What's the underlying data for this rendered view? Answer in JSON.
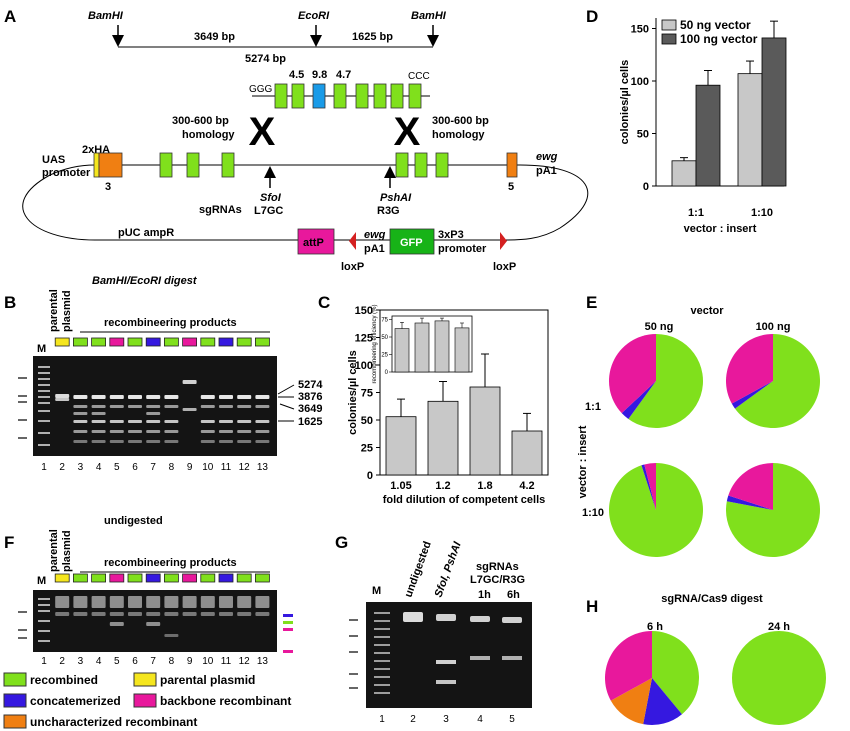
{
  "panel_labels": {
    "a": "A",
    "b": "B",
    "c": "C",
    "d": "D",
    "e": "E",
    "f": "F",
    "g": "G",
    "h": "H"
  },
  "colors": {
    "green": "#80e01c",
    "blue": "#1a9be8",
    "orange": "#f07f12",
    "magenta": "#e8189c",
    "yellow": "#f5e61e",
    "purple": "#3518e0",
    "gfp": "#17b317",
    "grey_light": "#c8c8c8",
    "grey_dark": "#5a5a5a",
    "gel_bg": "#141414"
  },
  "map": {
    "bamh1_left": "BamHI",
    "ecor1": "EcoRI",
    "bamh1_right": "BamHI",
    "size_left": "3649 bp",
    "size_right": "1625 bp",
    "size_total": "5274 bp",
    "exon_45": "4.5",
    "exon_98": "9.8",
    "exon_47": "4.7",
    "ggg": "GGG",
    "ccc": "CCC",
    "homology_left_1": "300-600 bp",
    "homology_left_2": "homology",
    "homology_right_1": "300-600 bp",
    "homology_right_2": "homology",
    "cross": "X",
    "ha": "2xHA",
    "uas_1": "UAS",
    "uas_2": "promoter",
    "exon3": "3",
    "sgrnas": "sgRNAs",
    "sfoi": "SfoI",
    "l7gc": "L7GC",
    "pshai": "PshAI",
    "r3g": "R3G",
    "ewg_right": "ewg",
    "pa1_right": "pA1",
    "exon5": "5",
    "puc": "pUC ampR",
    "attp": "attP",
    "ewg_bottom": "ewg",
    "pa1_bottom": "pA1",
    "gfp": "GFP",
    "p3_1": "3xP3",
    "p3_2": "promoter",
    "loxp_left": "loxP",
    "loxp_right": "loxP"
  },
  "gels": {
    "b_title": "BamHI/EcoRI digest",
    "f_title": "undigested",
    "parental_1": "parental",
    "parental_2": "plasmid",
    "recomb_products": "recombineering products",
    "marker": "M",
    "lanes": [
      "1",
      "2",
      "3",
      "4",
      "5",
      "6",
      "7",
      "8",
      "9",
      "10",
      "11",
      "12",
      "13"
    ],
    "b_sizes": [
      "5274",
      "3876",
      "3649",
      "1625"
    ],
    "lane_box_colors": [
      "yellow",
      "green",
      "green",
      "magenta",
      "green",
      "purple",
      "green",
      "magenta",
      "green",
      "purple",
      "green",
      "green"
    ]
  },
  "legend": {
    "recombined": "recombined",
    "parental": "parental plasmid",
    "concatemerized": "concatemerized",
    "backbone": "backbone recombinant",
    "uncharacterized": "uncharacterized recombinant"
  },
  "gel_g": {
    "marker": "M",
    "undigested": "undigested",
    "sfoi_pshai": "SfoI, PshAI",
    "sgrnas_1": "sgRNAs",
    "sgrnas_2": "L7GC/R3G",
    "t1": "1h",
    "t6": "6h",
    "lanes": [
      "1",
      "2",
      "3",
      "4",
      "5"
    ]
  },
  "chart_data": [
    {
      "id": "C",
      "type": "bar",
      "categories": [
        "1.05",
        "1.2",
        "1.8",
        "4.2"
      ],
      "values": [
        53,
        67,
        80,
        40
      ],
      "errors": [
        16,
        18,
        30,
        16
      ],
      "xlabel": "fold dilution of competent cells",
      "ylabel": "colonies/µl cells",
      "ylim": [
        0,
        150
      ],
      "yticks": [
        "0",
        "25",
        "50",
        "75",
        "100",
        "125",
        "150"
      ],
      "inset": {
        "type": "bar",
        "values": [
          62,
          70,
          73,
          63
        ],
        "errors": [
          9,
          7,
          4,
          7
        ],
        "ylabel": "recombineering efficiency (%)",
        "ylim": [
          0,
          80
        ],
        "yticks": [
          "0",
          "25",
          "50",
          "75"
        ]
      }
    },
    {
      "id": "D",
      "type": "bar",
      "categories": [
        "1:1",
        "1:10"
      ],
      "series": [
        {
          "name": "50 ng vector",
          "values": [
            24,
            107
          ],
          "errors": [
            3,
            12
          ]
        },
        {
          "name": "100 ng vector",
          "values": [
            96,
            141
          ],
          "errors": [
            14,
            16
          ]
        }
      ],
      "xlabel": "vector : insert",
      "ylabel": "colonies/µl cells",
      "ylim": [
        0,
        160
      ],
      "yticks": [
        "0",
        "50",
        "100",
        "150"
      ],
      "legend": "top-left"
    },
    {
      "id": "E",
      "type": "pie",
      "title": "vector",
      "columns": [
        "50 ng",
        "100 ng"
      ],
      "rows": [
        "1:1",
        "1:10"
      ],
      "row_axis_label": "vector : insert",
      "pies": [
        [
          {
            "label": "recombined",
            "value": 60
          },
          {
            "label": "concatemerized",
            "value": 3
          },
          {
            "label": "backbone recombinant",
            "value": 37
          }
        ],
        [
          {
            "label": "recombined",
            "value": 65
          },
          {
            "label": "concatemerized",
            "value": 2
          },
          {
            "label": "backbone recombinant",
            "value": 33
          }
        ],
        [
          {
            "label": "recombined",
            "value": 95
          },
          {
            "label": "concatemerized",
            "value": 1
          },
          {
            "label": "backbone recombinant",
            "value": 4
          }
        ],
        [
          {
            "label": "recombined",
            "value": 78
          },
          {
            "label": "concatemerized",
            "value": 2
          },
          {
            "label": "backbone recombinant",
            "value": 20
          }
        ]
      ]
    },
    {
      "id": "H",
      "type": "pie",
      "title": "sgRNA/Cas9 digest",
      "columns": [
        "6 h",
        "24 h"
      ],
      "pies": [
        [
          {
            "label": "recombined",
            "value": 39
          },
          {
            "label": "concatemerized",
            "value": 14
          },
          {
            "label": "uncharacterized recombinant",
            "value": 14
          },
          {
            "label": "backbone recombinant",
            "value": 33
          }
        ],
        [
          {
            "label": "recombined",
            "value": 100
          }
        ]
      ]
    }
  ]
}
